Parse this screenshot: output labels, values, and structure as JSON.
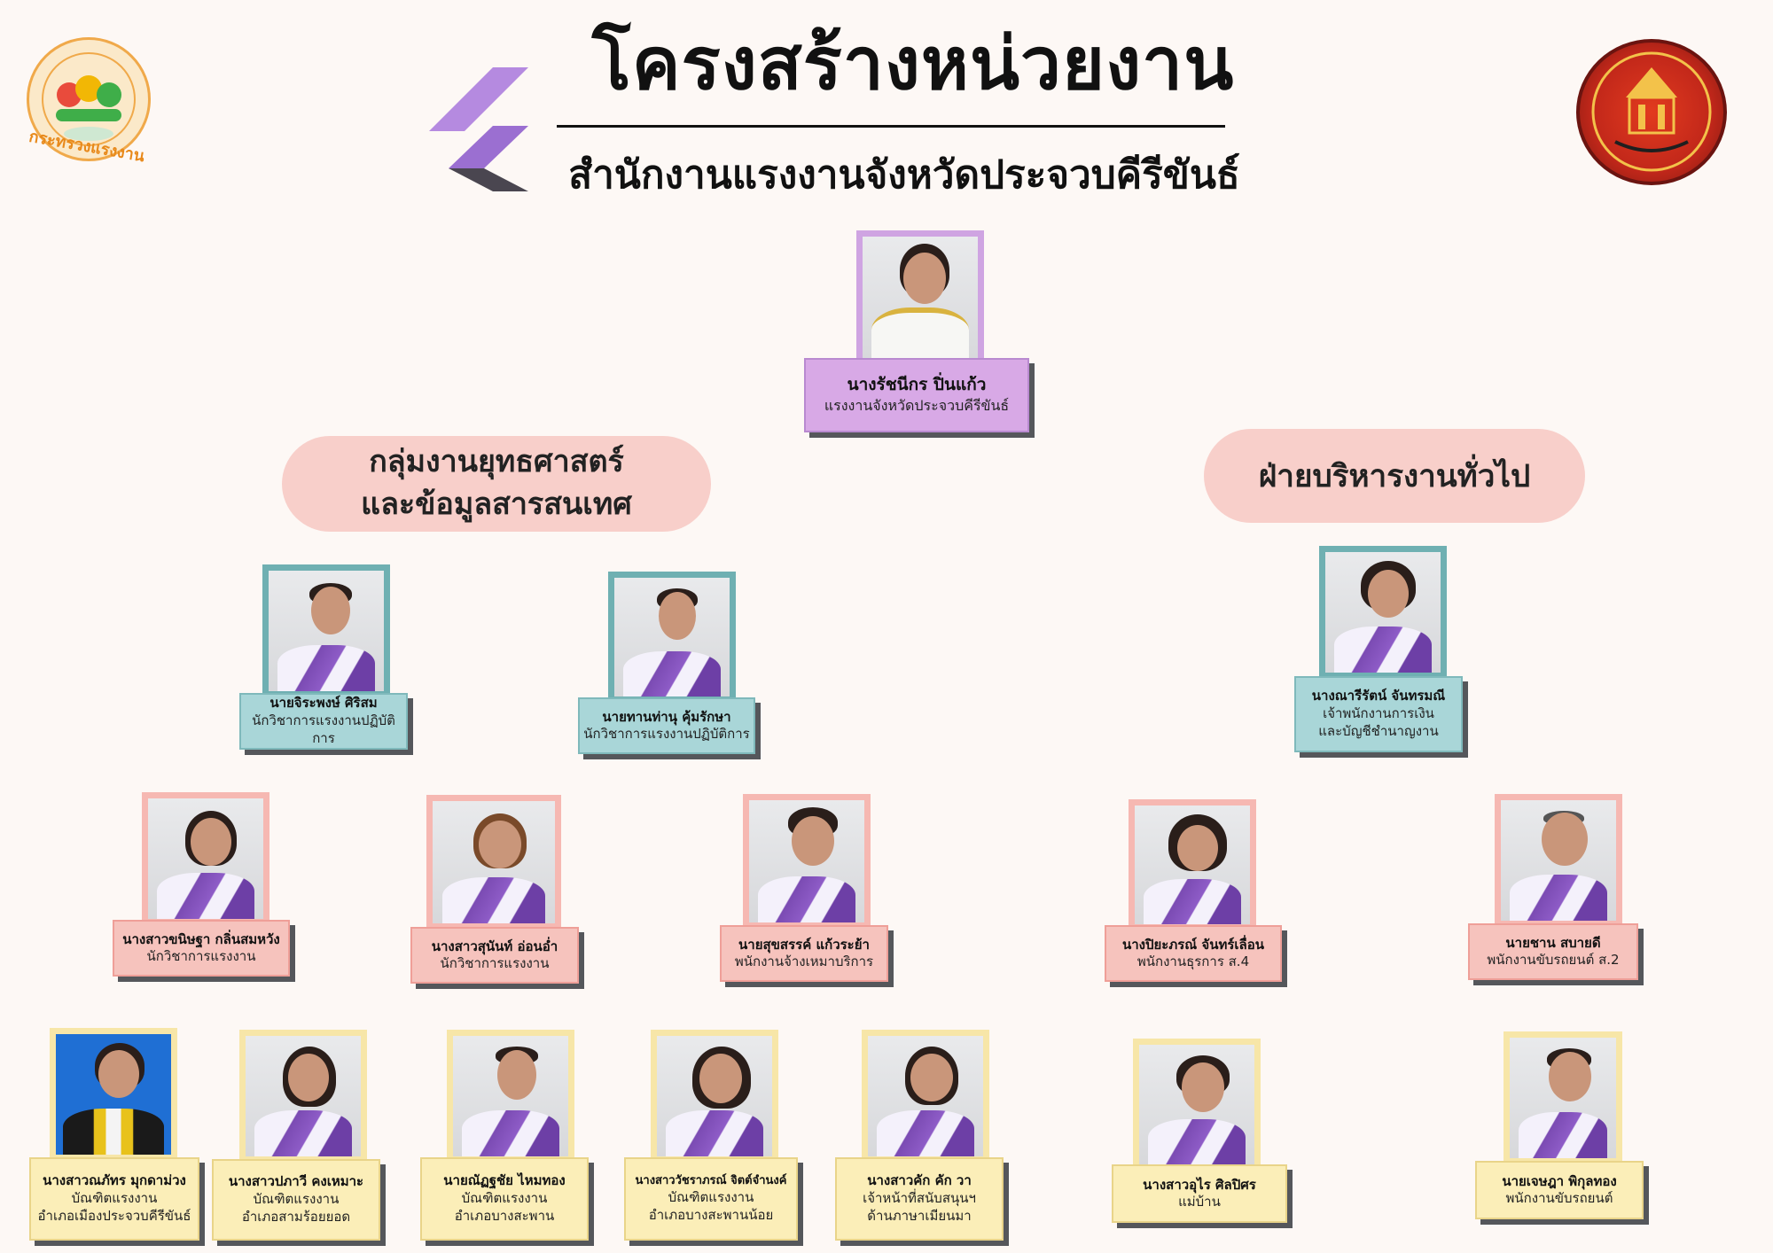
{
  "header": {
    "title": "โครงสร้างหน่วยงาน",
    "subtitle": "สำนักงานแรงงานจังหวัดประจวบคีรีขันธ์"
  },
  "logos": {
    "left_text": "กระทรวงแรงงาน",
    "left_icon": "ministry-of-labour-emblem",
    "right_icon": "provincial-seal",
    "brand_mark": "chevron-logo"
  },
  "colors": {
    "lavender": "#d8a9e6",
    "teal": "#a9d6d8",
    "pink": "#f6c3bd",
    "yellow": "#fbeeb8",
    "pill": "#f8cfca",
    "logo_purple": "#9b6fd1"
  },
  "head_officer": {
    "name": "นางรัชนีกร ปิ่นแก้ว",
    "role": "แรงงานจังหวัดประจวบคีรีขันธ์"
  },
  "groups": {
    "strategy": {
      "line1": "กลุ่มงานยุทธศาสตร์",
      "line2": "และข้อมูลสารสนเทศ"
    },
    "admin": {
      "label": "ฝ่ายบริหารงานทั่วไป"
    }
  },
  "level2": [
    {
      "name": "นายจิระพงษ์ ศิริสม",
      "role": "นักวิชาการแรงงานปฏิบัติการ"
    },
    {
      "name": "นายทานท่านุ คุ้มรักษา",
      "role": "นักวิชาการแรงงานปฏิบัติการ"
    },
    {
      "name": "นางณารีรัตน์ จันทรมณี",
      "role": "เจ้าพนักงานการเงิน",
      "role2": "และบัญชีชำนาญงาน"
    }
  ],
  "level3": [
    {
      "name": "นางสาวขนิษฐา กลิ่นสมหวัง",
      "role": "นักวิชาการแรงงาน"
    },
    {
      "name": "นางสาวสุนันท์ อ่อนอ่ำ",
      "role": "นักวิชาการแรงงาน"
    },
    {
      "name": "นายสุขสรรค์ แก้วระย้า",
      "role": "พนักงานจ้างเหมาบริการ"
    },
    {
      "name": "นางปิยะภรณ์ จันทร์เลื่อน",
      "role": "พนักงานธุรการ ส.4"
    },
    {
      "name": "นายชาน สบายดี",
      "role": "พนักงานขับรถยนต์ ส.2"
    }
  ],
  "level4": [
    {
      "name": "นางสาวณภัทร มุกดาม่วง",
      "role": "บัณฑิตแรงงาน",
      "role2": "อำเภอเมืองประจวบคีรีขันธ์"
    },
    {
      "name": "นางสาวปภาวี  คงเหมาะ",
      "role": "บัณฑิตแรงงาน",
      "role2": "อำเภอสามร้อยยอด"
    },
    {
      "name": "นายณัฏฐชัย  ไหมทอง",
      "role": "บัณฑิตแรงงาน",
      "role2": "อำเภอบางสะพาน"
    },
    {
      "name": "นางสาววัชราภรณ์ จิตต์จำนงค์",
      "role": "บัณฑิตแรงงาน",
      "role2": "อำเภอบางสะพานน้อย"
    },
    {
      "name": "นางสาวคัก คัก วา",
      "role": "เจ้าหน้าที่สนับสนุนฯ",
      "role2": "ด้านภาษาเมียนมา"
    },
    {
      "name": "นางสาวอุไร ศิลปิศร",
      "role": "แม่บ้าน"
    },
    {
      "name": "นายเจษฎา พิกุลทอง",
      "role": "พนักงานขับรถยนต์"
    }
  ]
}
